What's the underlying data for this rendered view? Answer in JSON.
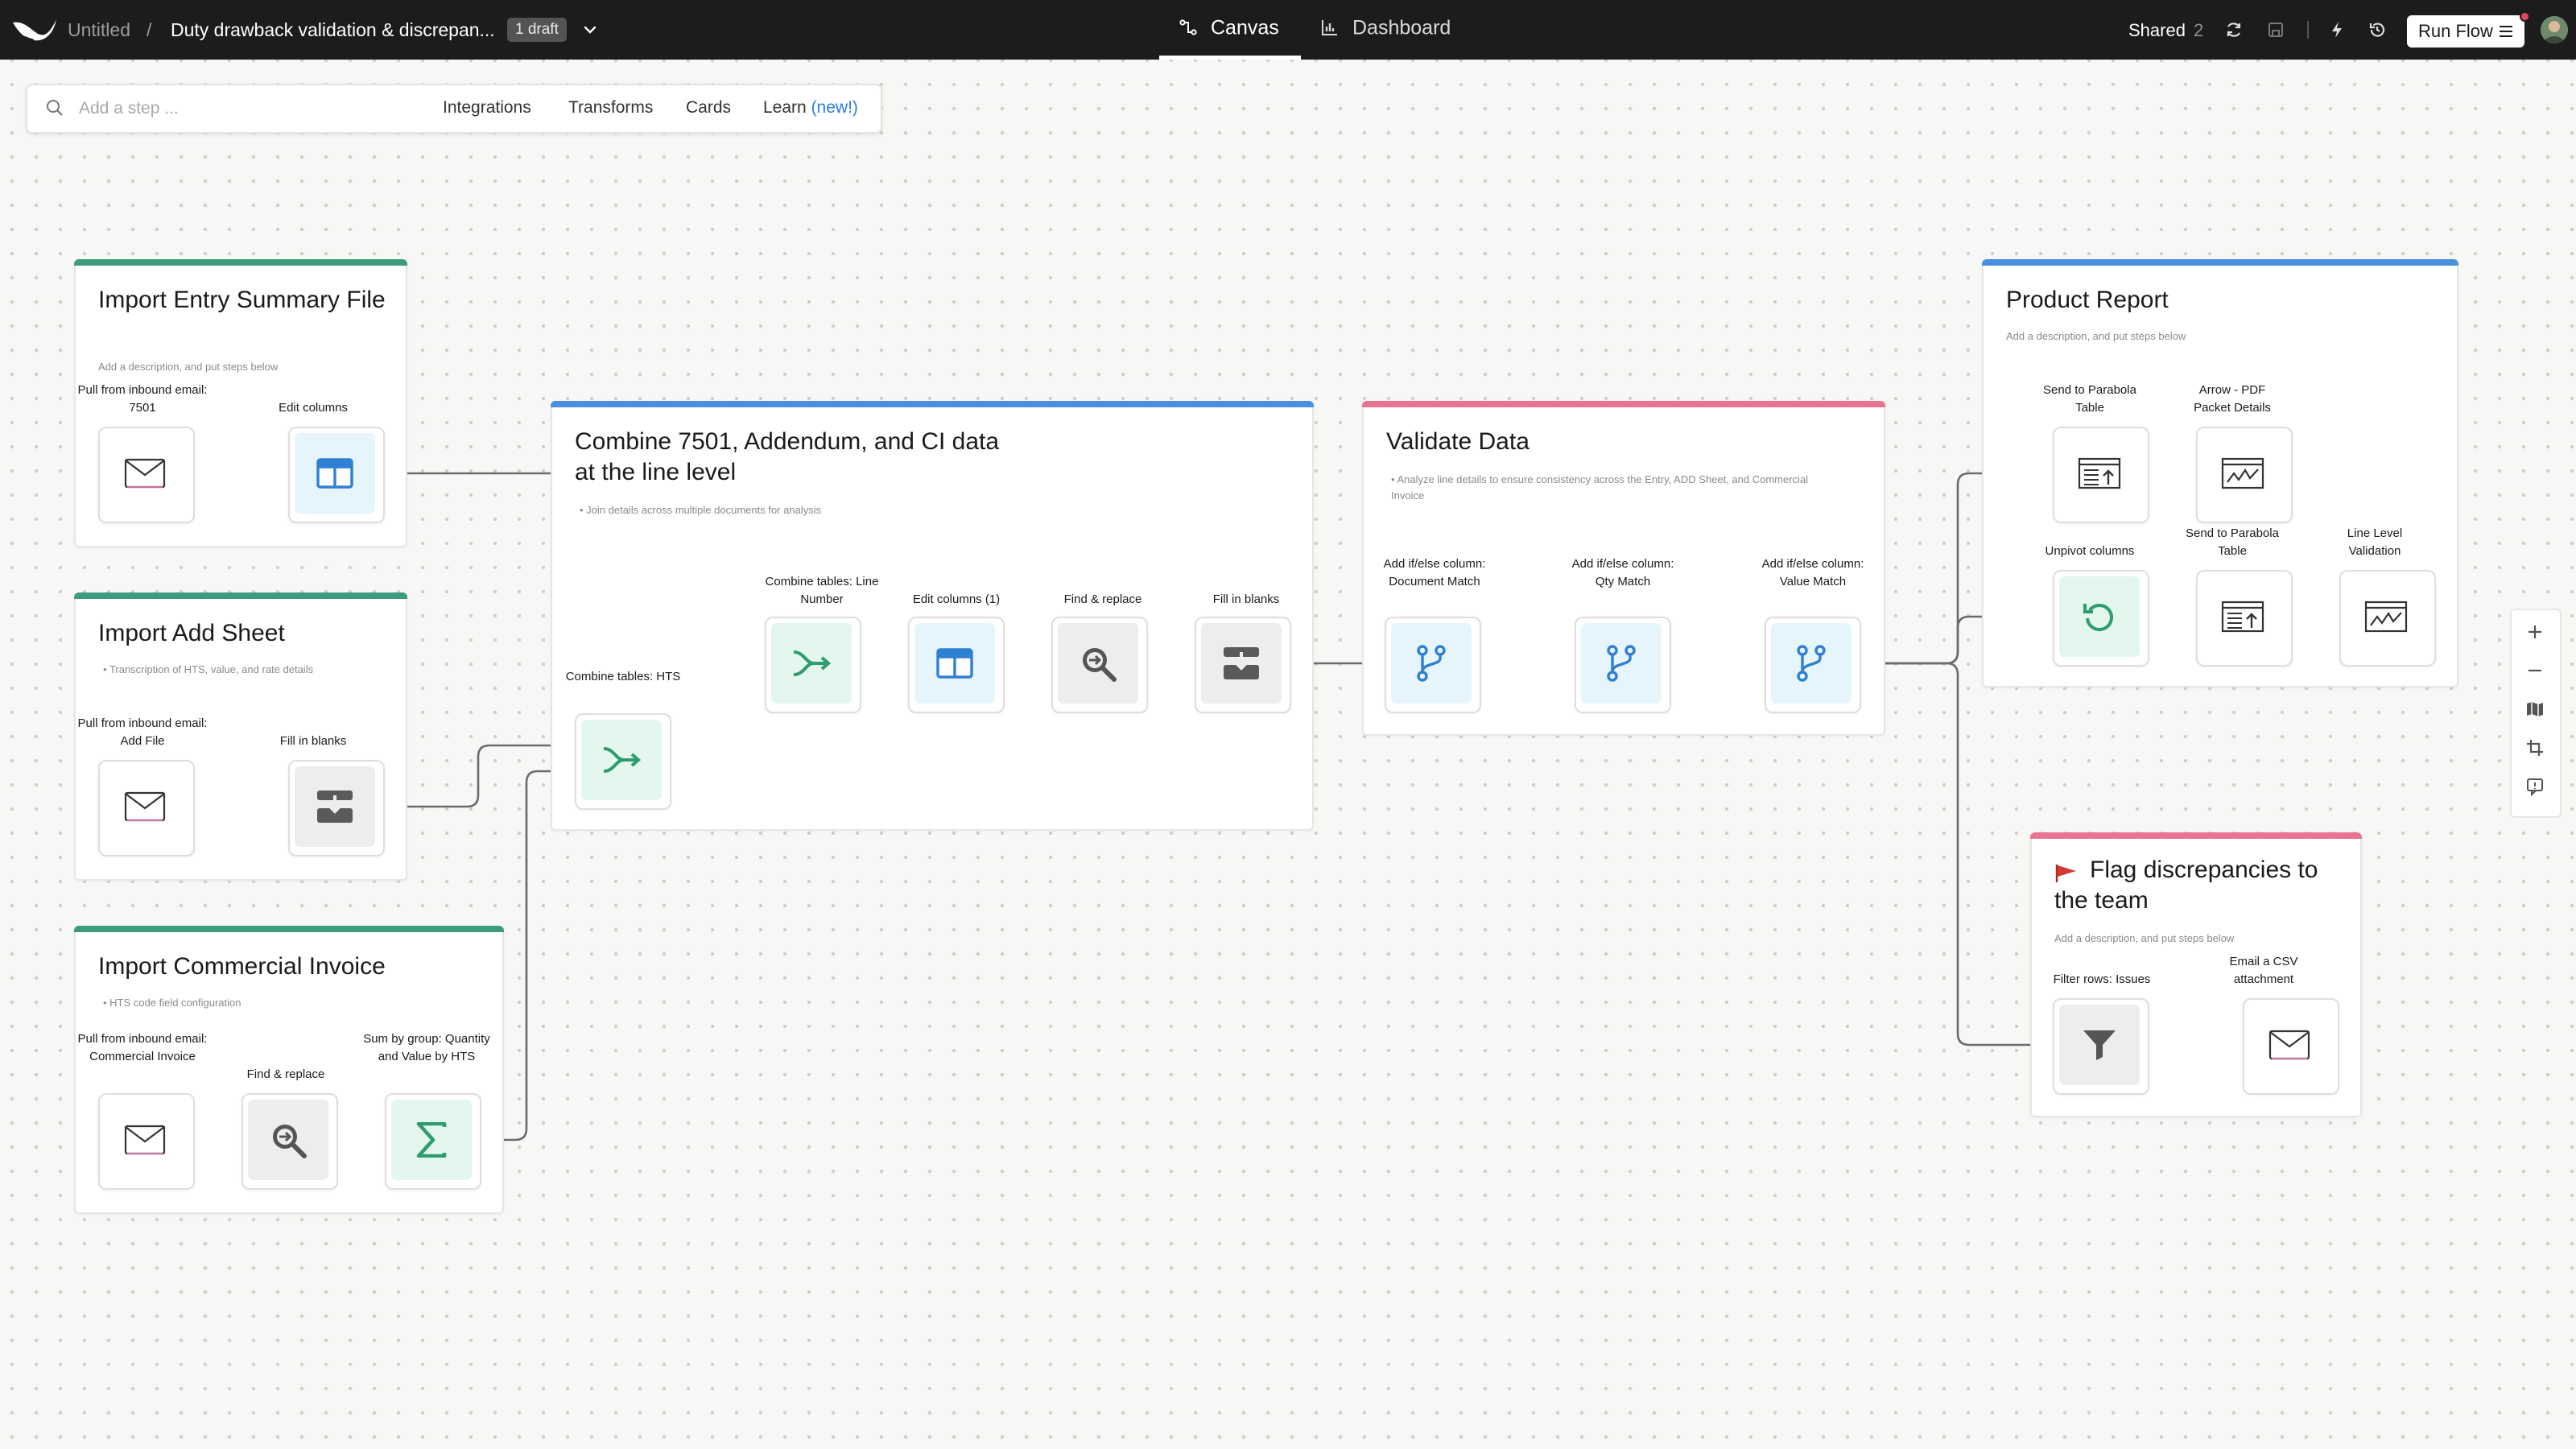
{
  "topbar": {
    "breadcrumb_root": "Untitled",
    "breadcrumb_separator": "/",
    "flow_title": "Duty drawback validation & discrepan...",
    "draft_badge": "1 draft",
    "tabs": [
      {
        "label": "Canvas",
        "active": true,
        "icon": "flow-icon"
      },
      {
        "label": "Dashboard",
        "active": false,
        "icon": "bar-chart-icon"
      }
    ],
    "shared_label": "Shared",
    "shared_count": "2",
    "run_button": "Run Flow",
    "icons": [
      "refresh-icon",
      "save-icon",
      "bolt-icon",
      "history-icon",
      "menu-icon"
    ]
  },
  "searchbar": {
    "placeholder": "Add a step ...",
    "links": [
      "Integrations",
      "Transforms",
      "Cards"
    ],
    "learn": "Learn",
    "learn_badge": "(new!)"
  },
  "groups": {
    "entry_summary": {
      "title": "Import Entry Summary File",
      "description": "Add a description, and put steps below",
      "color": "#3e9b7f",
      "nodes": [
        {
          "label": "Pull from inbound email: 7501",
          "icon": "mail-icon"
        },
        {
          "label": "Edit columns",
          "icon": "columns-icon"
        }
      ]
    },
    "add_sheet": {
      "title": "Import Add Sheet",
      "description": "Transcription of HTS, value, and rate details",
      "color": "#3e9b7f",
      "nodes": [
        {
          "label": "Pull from inbound email: Add File",
          "icon": "mail-icon"
        },
        {
          "label": "Fill in blanks",
          "icon": "fill-blanks-icon"
        }
      ]
    },
    "commercial_invoice": {
      "title": "Import Commercial Invoice",
      "description": "HTS code field configuration",
      "color": "#3e9b7f",
      "nodes": [
        {
          "label": "Pull from inbound email: Commercial Invoice",
          "icon": "mail-icon"
        },
        {
          "label": "Find & replace",
          "icon": "find-replace-icon"
        },
        {
          "label": "Sum by group: Quantity and Value by HTS",
          "icon": "sigma-icon"
        }
      ]
    },
    "combine": {
      "title": "Combine 7501, Addendum, and CI data at the line level",
      "description": "Join details across multiple documents for analysis",
      "color": "#4a8fe0",
      "nodes": [
        {
          "label": "Combine tables: HTS",
          "icon": "combine-icon"
        },
        {
          "label": "Combine tables: Line Number",
          "icon": "combine-icon"
        },
        {
          "label": "Edit columns (1)",
          "icon": "columns-icon"
        },
        {
          "label": "Find & replace",
          "icon": "find-replace-icon"
        },
        {
          "label": "Fill in blanks",
          "icon": "fill-blanks-icon"
        }
      ]
    },
    "validate": {
      "title": "Validate Data",
      "description": "Analyze line details to ensure consistency across the Entry, ADD Sheet, and Commercial Invoice",
      "color": "#e97491",
      "nodes": [
        {
          "label": "Add if/else column: Document Match",
          "icon": "branch-icon"
        },
        {
          "label": "Add if/else column: Qty Match",
          "icon": "branch-icon"
        },
        {
          "label": "Add if/else column: Value Match",
          "icon": "branch-icon"
        }
      ]
    },
    "product_report": {
      "title": "Product Report",
      "description": "Add a description, and put steps below",
      "color": "#4a8fe0",
      "nodes": [
        {
          "label": "Send to Parabola Table",
          "icon": "table-export-icon"
        },
        {
          "label": "Arrow - PDF Packet Details",
          "icon": "chart-card-icon"
        },
        {
          "label": "Unpivot columns",
          "icon": "unpivot-icon"
        },
        {
          "label": "Send to Parabola Table",
          "icon": "table-export-icon"
        },
        {
          "label": "Line Level Validation",
          "icon": "chart-card-icon"
        }
      ]
    },
    "flag": {
      "title": "Flag discrepancies to the team",
      "description": "Add a description, and put steps below",
      "color": "#e97491",
      "title_icon": "red-flag-icon",
      "nodes": [
        {
          "label": "Filter rows: Issues",
          "icon": "filter-icon"
        },
        {
          "label": "Email a CSV attachment",
          "icon": "mail-icon"
        }
      ]
    }
  },
  "zoom_toolbar": [
    "zoom-in-icon",
    "zoom-out-icon",
    "map-icon",
    "fit-icon",
    "comment-icon"
  ]
}
